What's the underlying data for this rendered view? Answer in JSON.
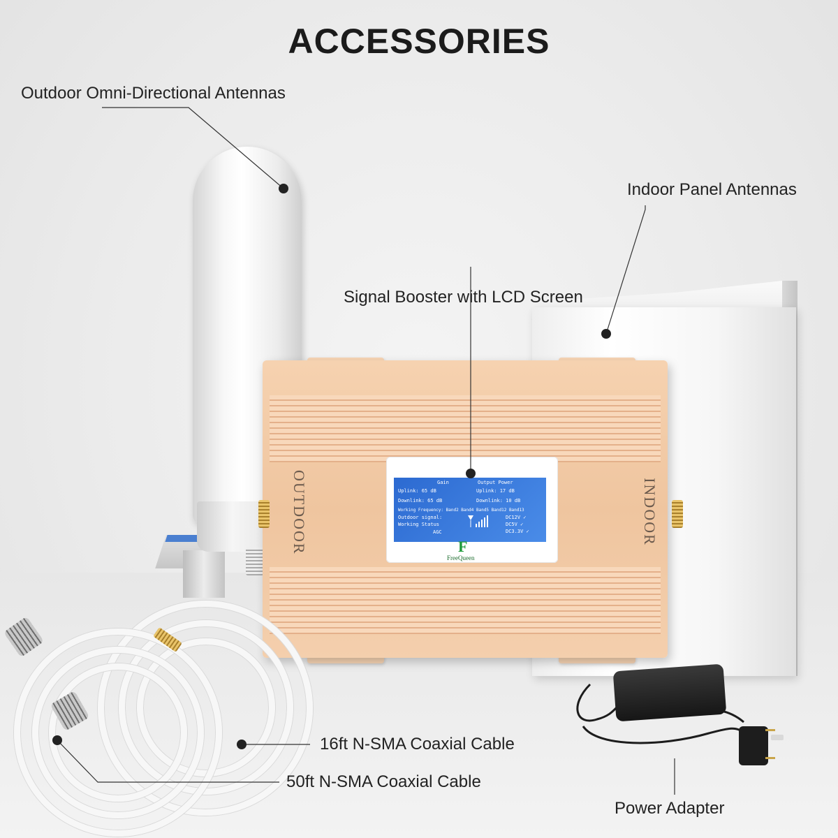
{
  "title": "ACCESSORIES",
  "labels": {
    "outdoor_antenna": "Outdoor Omni-Directional Antennas",
    "indoor_antenna": "Indoor Panel Antennas",
    "booster": "Signal Booster with LCD Screen",
    "cable_16ft": "16ft N-SMA Coaxial Cable",
    "cable_50ft": "50ft N-SMA Coaxial Cable",
    "power_adapter": "Power Adapter"
  },
  "booster": {
    "left_side_text": "OUTDOOR",
    "right_side_text": "INDOOR",
    "brand": "FreeQueen",
    "lcd": {
      "gain_header": "Gain",
      "output_header": "Output Power",
      "uplink_gain": "Uplink: 65 dB",
      "uplink_power": "Uplink: 17 dB",
      "downlink_gain": "Downlink: 65 dB",
      "downlink_power": "Downlink: 10 dB",
      "working_frequency": "Working Frequency: Band2 Band4 Band5 Band12 Band13",
      "outdoor_signal": "Outdoor signal:",
      "working_status": "Working Status",
      "agc": "AGC",
      "dc12": "DC12V ✓",
      "dc5": "DC5V ✓",
      "dc33": "DC3.3V ✓"
    }
  },
  "colors": {
    "title": "#1b1b1b",
    "booster_body": "#efc59f",
    "lcd_blue": "#2c6ad1",
    "logo_green": "#1e9a3a"
  }
}
